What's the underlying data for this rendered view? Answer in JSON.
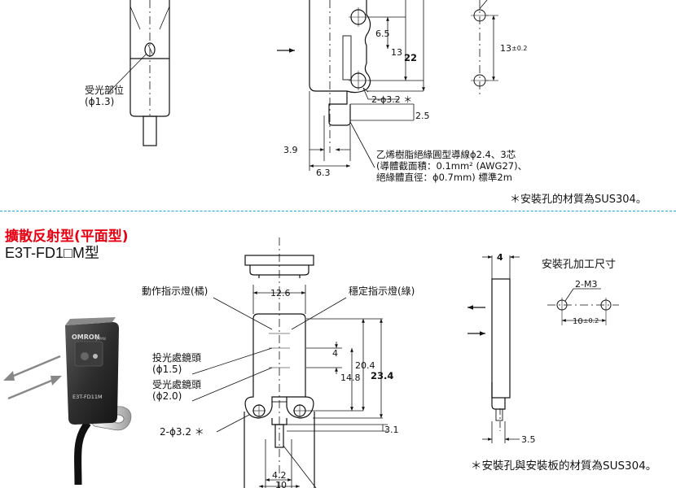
{
  "top": {
    "emitter_label": "受光部位",
    "emitter_dia": "(ϕ1.3)",
    "dim_6_5": "6.5",
    "dim_13": "13",
    "dim_22": "22",
    "hole_label": "2-ϕ3.2 ＊",
    "dim_2_5": "2.5",
    "dim_3_9": "3.9",
    "dim_6_3": "6.3",
    "cable_desc": [
      "乙烯樹脂絕緣圓型導線ϕ2.4、3芯",
      "(導體截面積：0.1mm² (AWG27)、",
      "絕緣體直徑：ϕ0.7mm) 標準2m"
    ],
    "mount_pitch_value": "13",
    "mount_pitch_tol": "±0.2",
    "note": "＊安裝孔的材質為SUS304。"
  },
  "bottom": {
    "section_title": "擴散反射型(平面型)",
    "model": "E3T-FD1□M型",
    "op_indicator": "動作指示燈(橘)",
    "stable_indicator": "穩定指示燈(綠)",
    "emitter_lens": [
      "投光處鏡頭",
      "(ϕ1.5)"
    ],
    "receiver_lens": [
      "受光處鏡頭",
      "(ϕ2.0)"
    ],
    "hole_label": "2-ϕ3.2 ＊",
    "dim_12_6": "12.6",
    "dim_4": "4",
    "dim_20_4": "20.4",
    "dim_14_8": "14.8",
    "dim_23_4": "23.4",
    "dim_3_1": "3.1",
    "dim_4_2": "4.2",
    "dim_10": "10",
    "side_dim_4": "4",
    "side_dim_3_5": "3.5",
    "mount_title": "安裝孔加工尺寸",
    "mount_screw": "2-M3",
    "mount_pitch_value": "10",
    "mount_pitch_tol": "±0.2",
    "note": "＊安裝孔與安裝板的材質為SUS304。",
    "photo_brand": "OMRON",
    "photo_brand_sub": "JAPAN",
    "photo_model": "E3T-FD11M"
  }
}
